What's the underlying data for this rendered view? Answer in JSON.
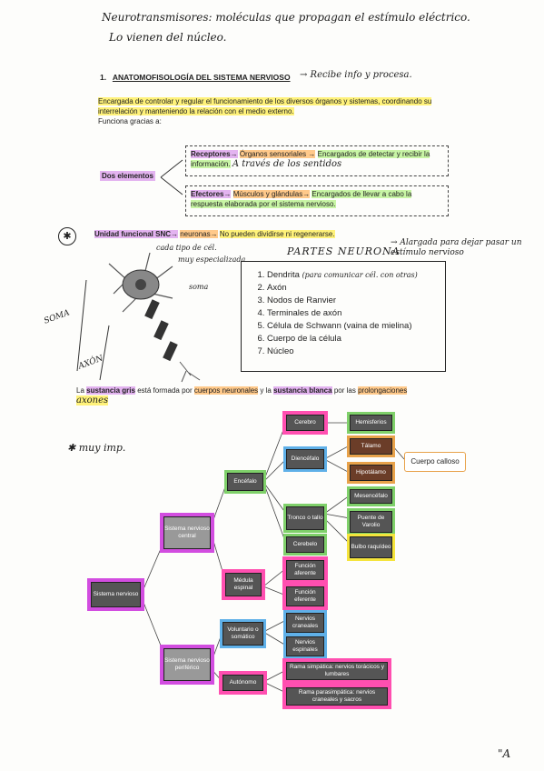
{
  "header": {
    "line1": "Neurotransmisores: moléculas que propagan el estímulo eléctrico.",
    "line2": "Lo vienen del núcleo."
  },
  "section": {
    "number": "1.",
    "title": "ANATOMOFISOLOGÍA DEL SISTEMA NERVIOSO",
    "side_note": "→ Recibe info y procesa."
  },
  "intro": {
    "text_hl": "Encargada de controlar y regular el funcionamiento de los diversos órganos y sistemas, coordinando su interrelación y manteniendo la relación con el medio externo.",
    "text_plain": "Funciona gracias a:"
  },
  "dos_elementos": {
    "label": "Dos elementos",
    "receptores_label": "Receptores→",
    "receptores_mid": "Órganos sensoriales →",
    "receptores_end": "Encargados de detectar y recibir la información.",
    "receptores_note": "A través de los sentidos",
    "efectores_label": "Efectores→",
    "efectores_mid": "Músculos y glándulas→",
    "efectores_end": "Encargados de llevar a cabo la respuesta elaborada por el sistema nervioso."
  },
  "unidad": {
    "star": "✱",
    "label": "Unidad funcional SNC→",
    "mid": "neuronas→",
    "end": "No pueden dividirse ni regenerarse."
  },
  "neurona": {
    "title": "PARTES NEURONA",
    "title_note": "→ Alargada para dejar pasar un estímulo nervioso",
    "left_note1": "cada tipo de cél.",
    "left_note2": "muy especializada",
    "label_soma_left": "SOMA",
    "label_soma": "soma",
    "label_axon": "AXÓN",
    "parts": [
      "Dendrita",
      "Axón",
      "Nodos de Ranvier",
      "Terminales de axón",
      "Célula de Schwann (vaina de mielina)",
      "Cuerpo de la célula",
      "Núcleo"
    ],
    "dendrita_note": "(para comunicar cél. con otras)"
  },
  "sustancia": {
    "part1": "La",
    "gris": "sustancia gris",
    "part2": "está formada por",
    "cuerpos": "cuerpos neuronales",
    "part3": "y la",
    "blanca": "sustancia blanca",
    "part4": "por las",
    "prolong": "prolongaciones",
    "axones": "axones"
  },
  "muy_imp": "✱ muy imp.",
  "tree": {
    "sistema_nervioso": "Sistema nervioso",
    "snc": "Sistema nervioso central",
    "snp": "Sistema nervioso periférico",
    "encefalo": "Encéfalo",
    "medula": "Médula espinal",
    "voluntario": "Voluntario o somático",
    "autonomo": "Autónomo",
    "cerebro": "Cerebro",
    "diencefalo": "Diencéfalo",
    "tronco": "Tronco o tallo",
    "cerebelo": "Cerebelo",
    "hemisferios": "Hemisferios",
    "talamo": "Tálamo",
    "hipotalamo": "Hipotálamo",
    "cuerpo_calloso": "Cuerpo calloso",
    "mesencefalo": "Mesencéfalo",
    "puente": "Puente de Varolio",
    "bulbo": "Bulbo raquídeo",
    "funcion_aferente": "Función aferente",
    "funcion_eferente": "Función eferente",
    "nervios_craneales": "Nervios craneales",
    "nervios_espinales": "Nervios espinales",
    "rama_simpatica": "Rama simpática: nervios torácicos y lumbares",
    "rama_parasimpatica": "Rama parasimpática: nervios craneales y sacros"
  },
  "page_mark": "\"A"
}
